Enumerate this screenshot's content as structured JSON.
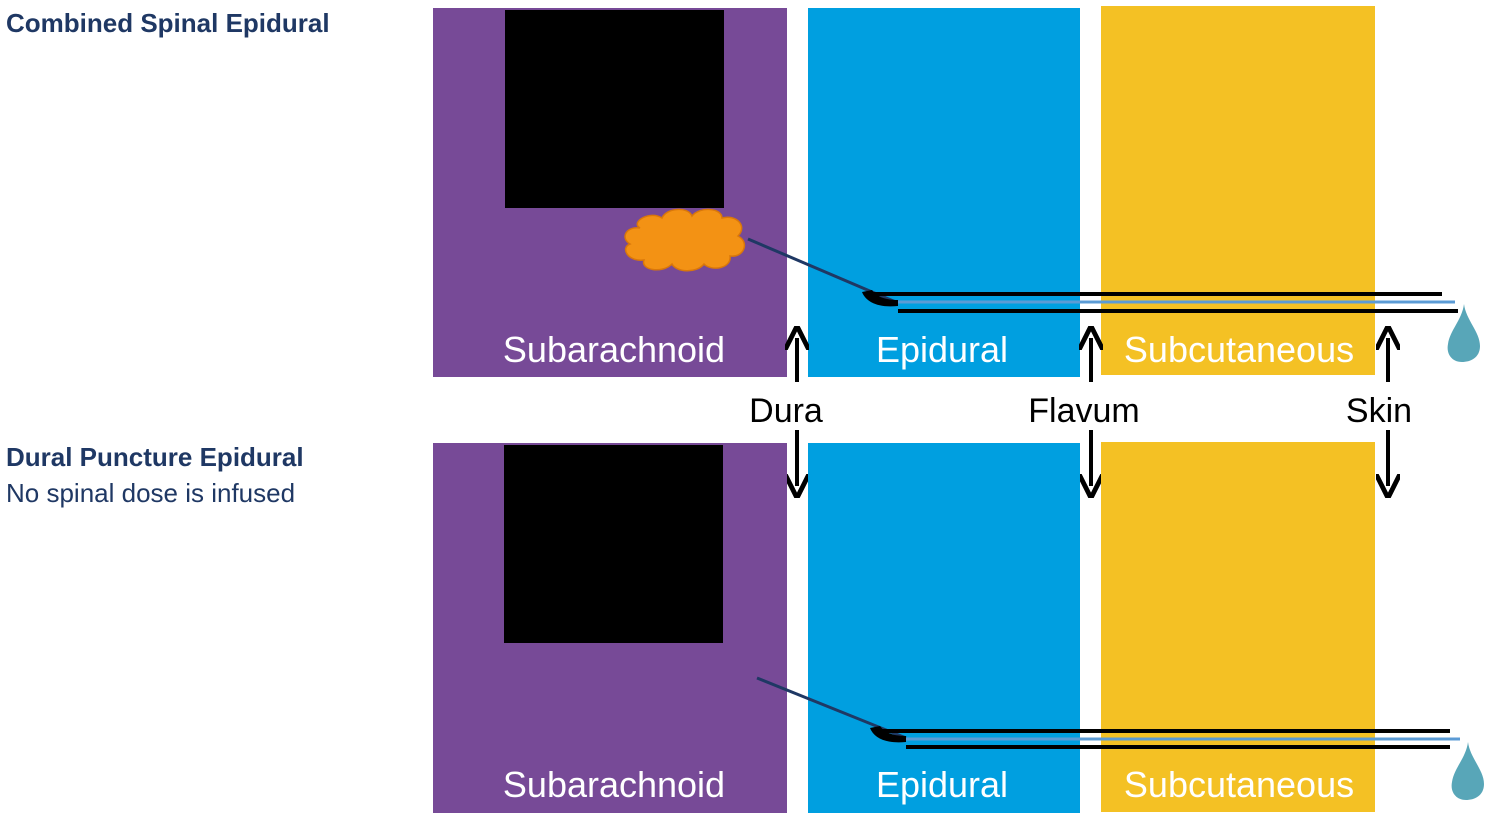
{
  "panels": {
    "combined": {
      "title": "Combined Spinal Epidural",
      "layers": {
        "subarachnoid": "Subarachnoid",
        "epidural": "Epidural",
        "subcutaneous": "Subcutaneous"
      }
    },
    "dural_puncture": {
      "title": "Dural Puncture Epidural",
      "subtitle": "No spinal dose is infused",
      "layers": {
        "subarachnoid": "Subarachnoid",
        "epidural": "Epidural",
        "subcutaneous": "Subcutaneous"
      }
    }
  },
  "membranes": {
    "dura": "Dura",
    "flavum": "Flavum",
    "skin": "Skin"
  },
  "colors": {
    "subarachnoid": "#774a97",
    "epidural": "#009fe0",
    "subcutaneous": "#f4c124",
    "spinal_dose_cloud": "#f39214",
    "drop": "#58a6b8",
    "heading": "#1f3864"
  }
}
